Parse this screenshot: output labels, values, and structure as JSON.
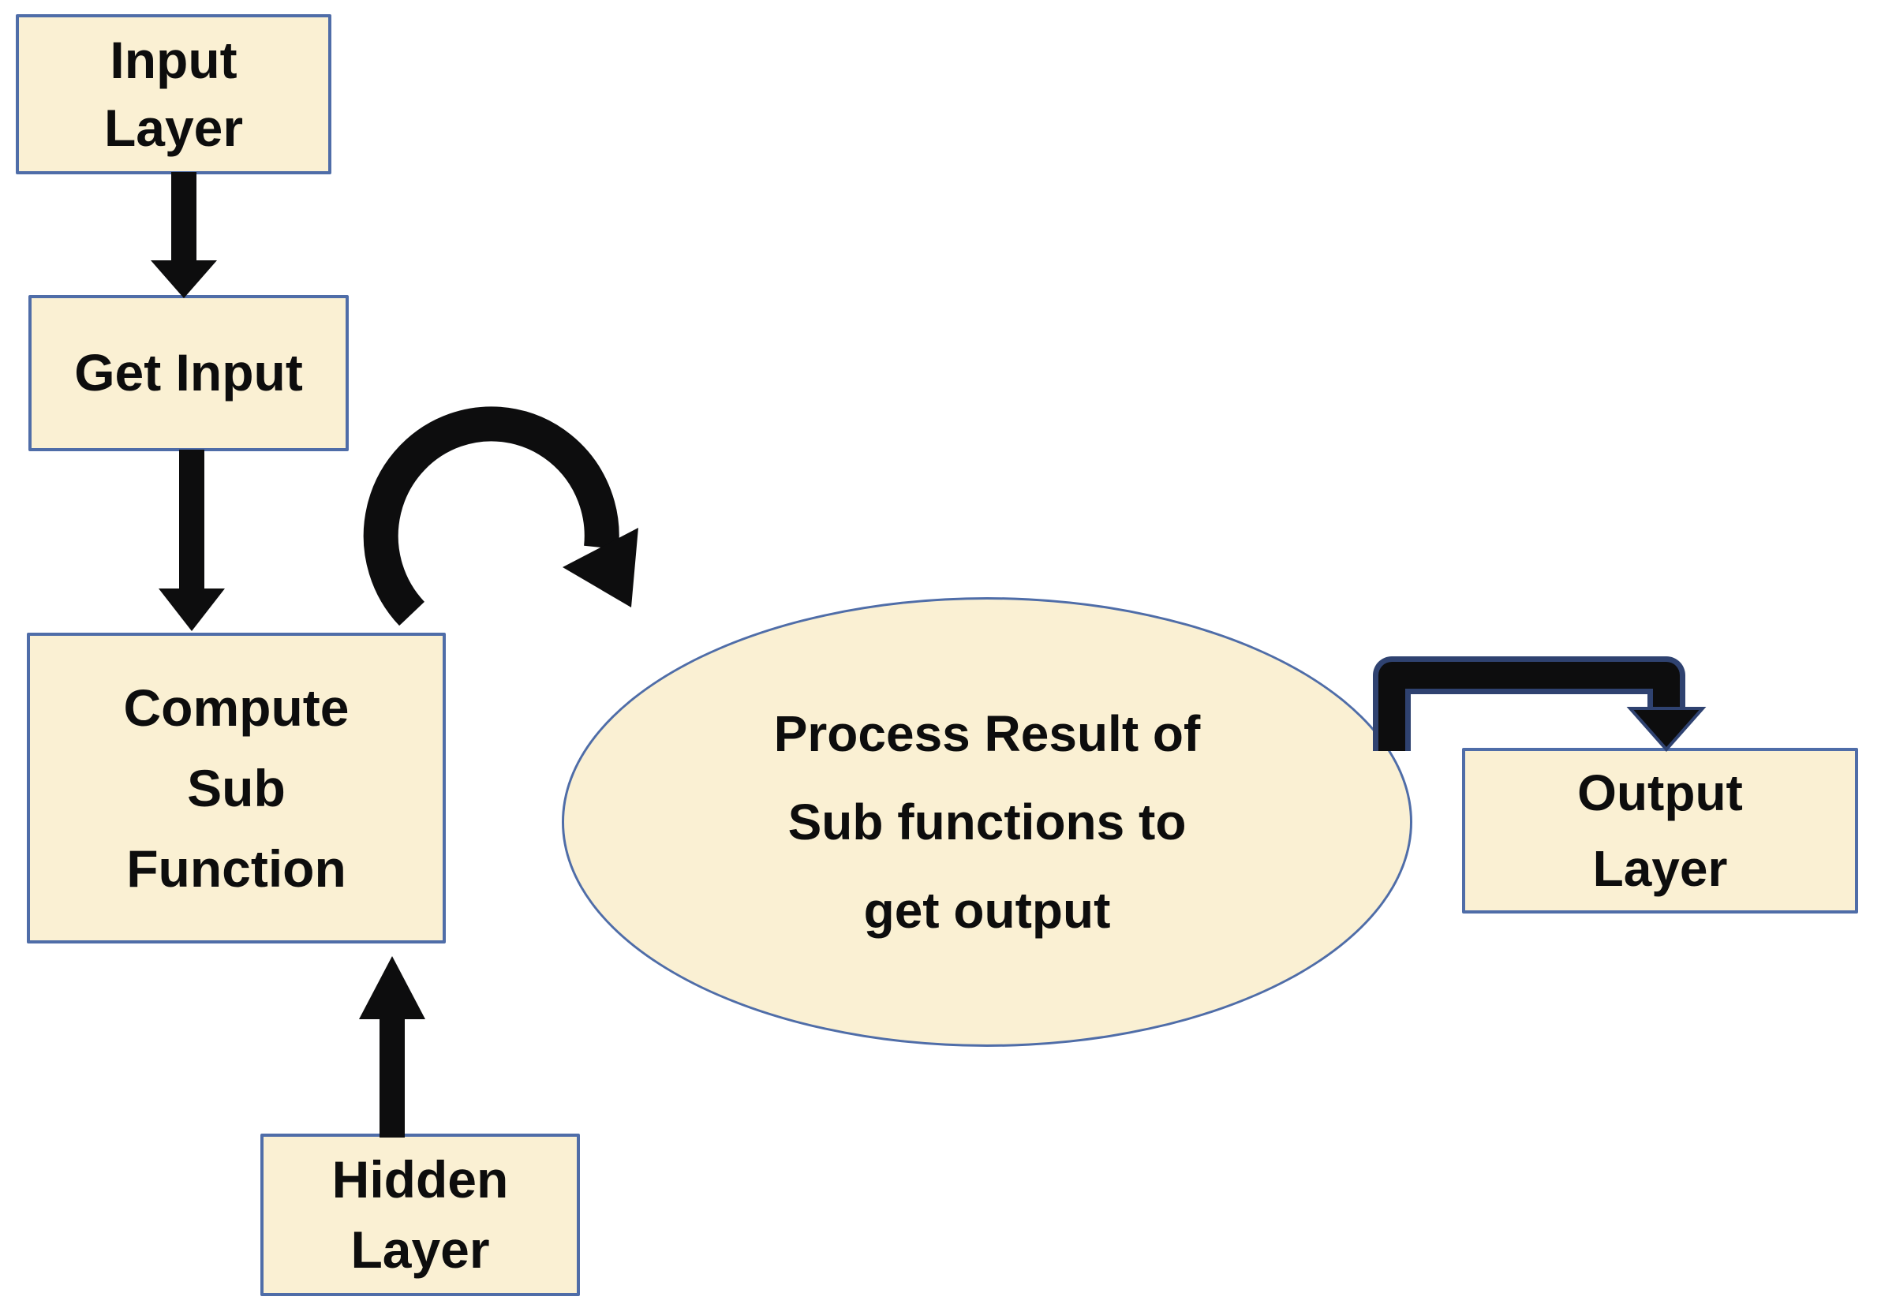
{
  "diagram": {
    "type": "flowchart",
    "background": "#FFFFFF",
    "colors": {
      "node_fill": "#FAF0D3",
      "node_border": "#4F6DA8",
      "arrow": "#0D0D0E",
      "arrow_outline": "#2F4270",
      "text": "#0D0D0D"
    },
    "nodes": {
      "input_layer": {
        "shape": "rect",
        "label": [
          "Input",
          "Layer"
        ]
      },
      "get_input": {
        "shape": "rect",
        "label": [
          "Get Input"
        ]
      },
      "compute": {
        "shape": "rect",
        "label": [
          "Compute",
          "Sub",
          "Function"
        ]
      },
      "hidden_layer": {
        "shape": "rect",
        "label": [
          "Hidden",
          "Layer"
        ]
      },
      "process": {
        "shape": "ellipse",
        "label": [
          "Process Result of",
          "Sub functions to",
          "get output"
        ]
      },
      "output_layer": {
        "shape": "rect",
        "label": [
          "Output",
          "Layer"
        ]
      }
    },
    "edges": [
      {
        "from": "input_layer",
        "to": "get_input",
        "style": "straight-down-arrow"
      },
      {
        "from": "get_input",
        "to": "compute",
        "style": "straight-down-arrow"
      },
      {
        "from": "hidden_layer",
        "to": "compute",
        "style": "straight-up-arrow"
      },
      {
        "from": "get_input",
        "to": "process",
        "style": "curved-arc-arrow"
      },
      {
        "from": "process",
        "to": "output_layer",
        "style": "elbow-arrow"
      }
    ]
  }
}
